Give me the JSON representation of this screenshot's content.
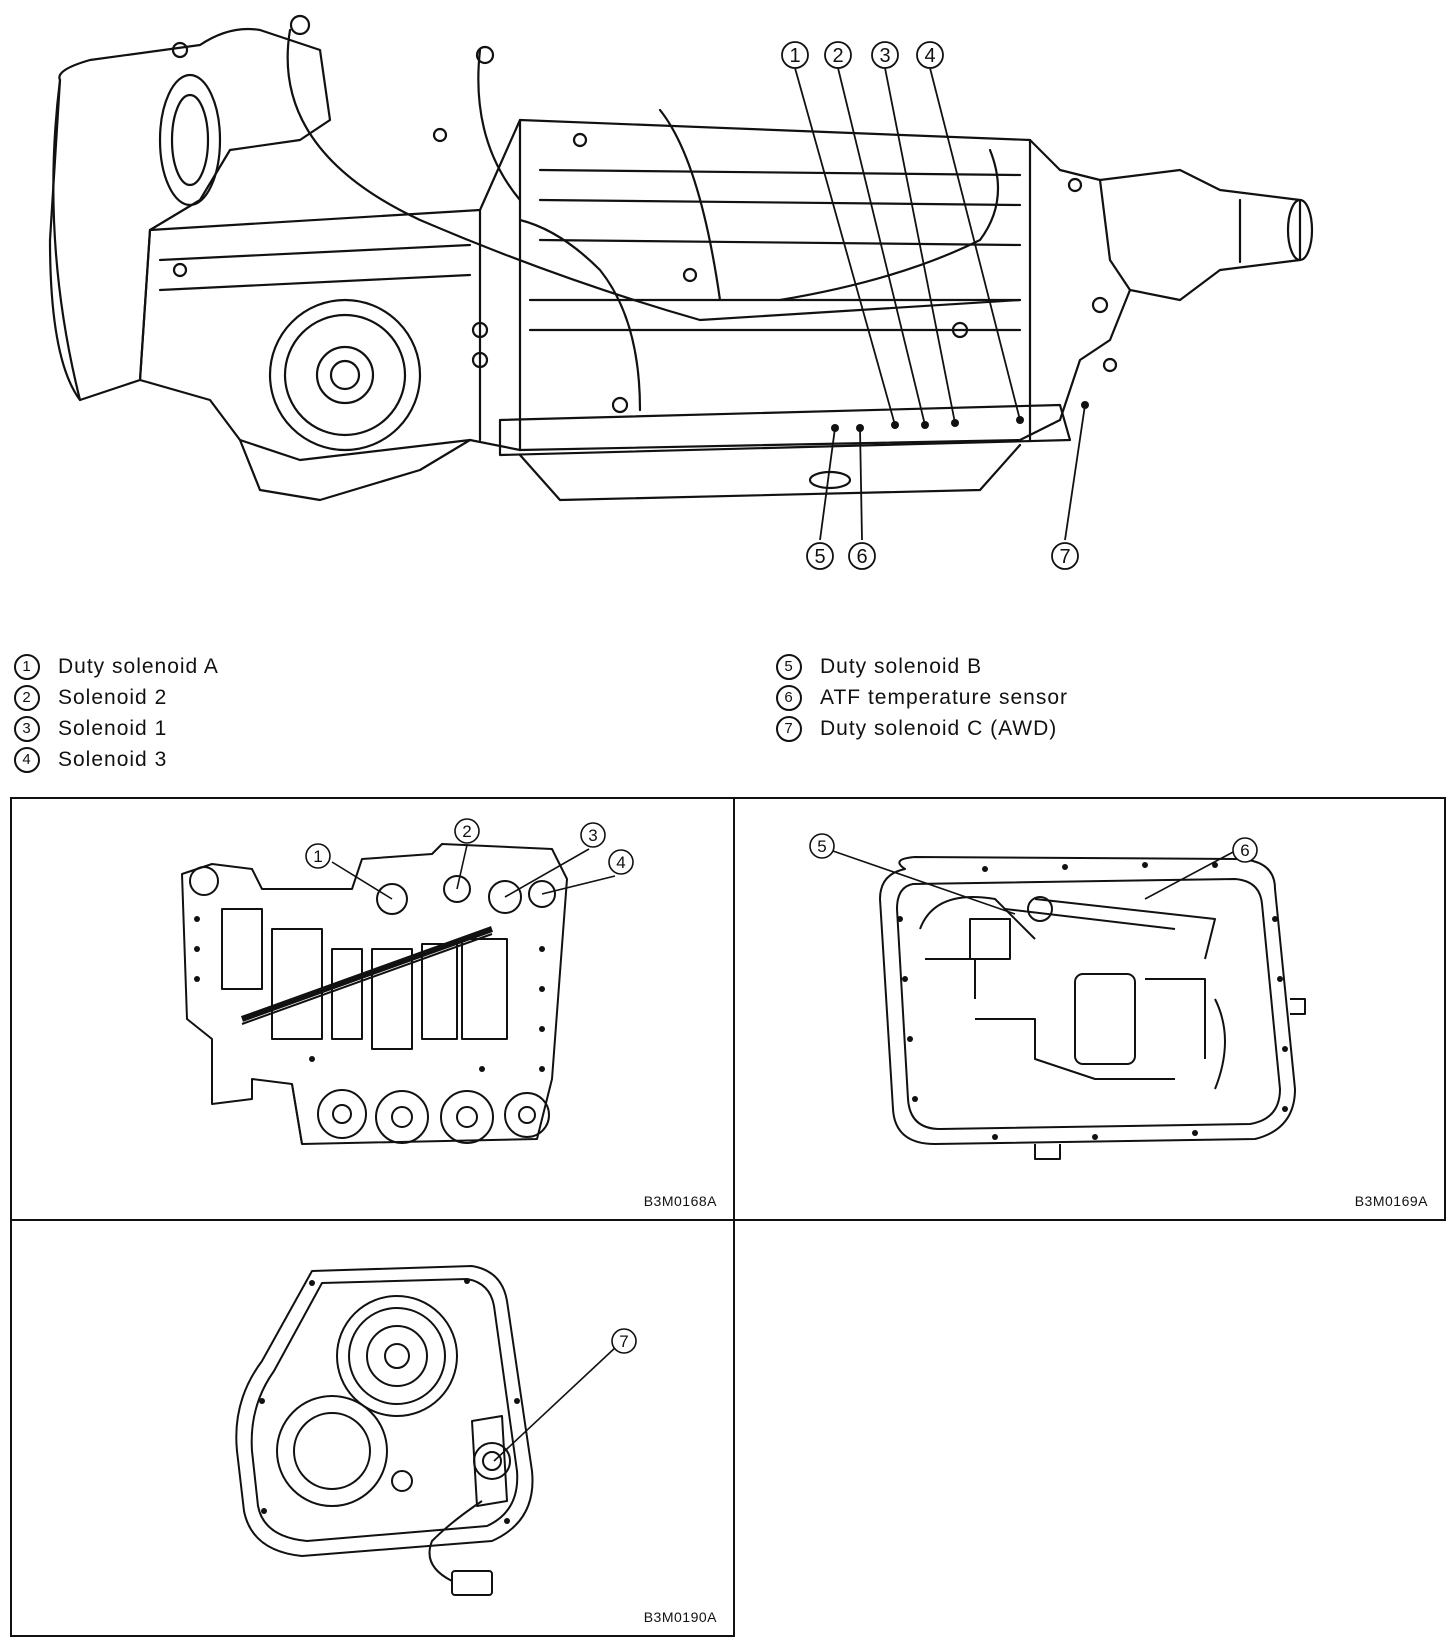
{
  "callouts": [
    "①",
    "②",
    "③",
    "④",
    "⑤",
    "⑥",
    "⑦"
  ],
  "legend": {
    "left": [
      {
        "num": "1",
        "label": "Duty solenoid A"
      },
      {
        "num": "2",
        "label": "Solenoid 2"
      },
      {
        "num": "3",
        "label": "Solenoid 1"
      },
      {
        "num": "4",
        "label": "Solenoid 3"
      }
    ],
    "right": [
      {
        "num": "5",
        "label": "Duty solenoid B"
      },
      {
        "num": "6",
        "label": "ATF temperature sensor"
      },
      {
        "num": "7",
        "label": "Duty solenoid C (AWD)"
      }
    ]
  },
  "panels": {
    "valve_body": {
      "code": "B3M0168A"
    },
    "oil_pan_side": {
      "code": "B3M0169A"
    },
    "extension_case": {
      "code": "B3M0190A"
    }
  }
}
